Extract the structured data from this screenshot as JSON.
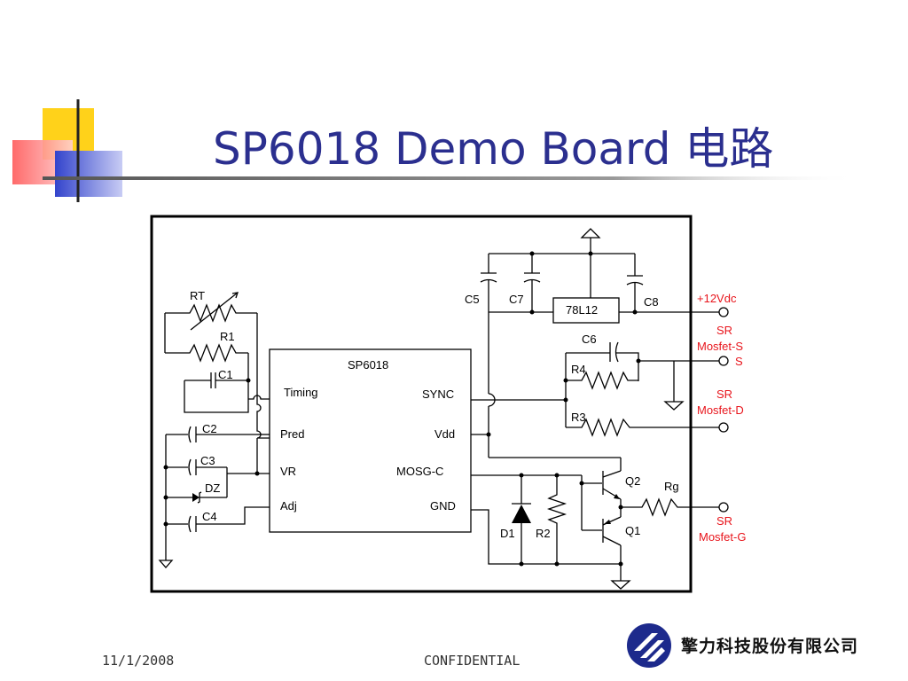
{
  "slide": {
    "title": "SP6018 Demo Board 电路",
    "date": "11/1/2008",
    "confidential": "CONFIDENTIAL",
    "company": "擎力科技股份有限公司"
  },
  "schematic": {
    "ic": {
      "name": "SP6018",
      "pins_left": [
        "Timing",
        "Pred",
        "VR",
        "Adj"
      ],
      "pins_right": [
        "SYNC",
        "Vdd",
        "MOSG-C",
        "GND"
      ]
    },
    "regulator": "78L12",
    "components": {
      "rt": "RT",
      "r1": "R1",
      "c1": "C1",
      "c2": "C2",
      "c3": "C3",
      "dz": "DZ",
      "c4": "C4",
      "c5": "C5",
      "c7": "C7",
      "c8": "C8",
      "c6": "C6",
      "r4": "R4",
      "r3": "R3",
      "q2": "Q2",
      "q1": "Q1",
      "rg": "Rg",
      "d1": "D1",
      "r2": "R2"
    },
    "terminals": {
      "vdc": "+12Vdc",
      "mosfet_s_1": "SR",
      "mosfet_s_2": "Mosfet-S",
      "mosfet_s_3": "S",
      "mosfet_d_1": "SR",
      "mosfet_d_2": "Mosfet-D",
      "mosfet_g_1": "SR",
      "mosfet_g_2": "Mosfet-G"
    },
    "terminal_color": "#e8141b"
  }
}
